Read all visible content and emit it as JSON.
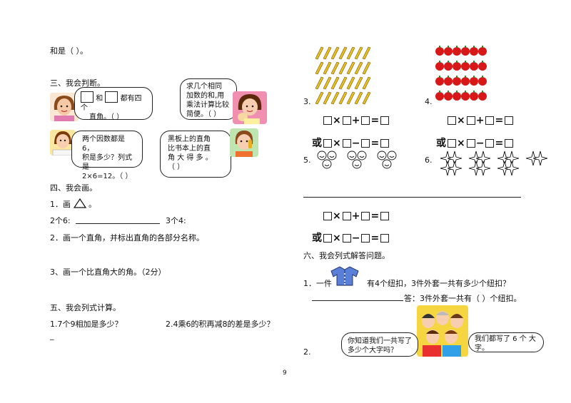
{
  "left": {
    "top_line": "和是（    ）。",
    "sec3_title": "三、我会判断。",
    "bubble1": {
      "prefix": "",
      "and": "和",
      "text1": "都有四个",
      "text2": "直角。（     ）"
    },
    "bubble2": {
      "line1": "求几个相同",
      "line2": "加数的和,用",
      "line3": "乘法计算比较",
      "line4": "简便。（  ）"
    },
    "bubble3": {
      "line1": "两个因数都是6，",
      "line2": "积是多少？列式是",
      "line3": "2×6=12。（    ）"
    },
    "bubble4": {
      "line1": "黑板上的直角",
      "line2": "比书本上的直",
      "line3": "角 大 得 多 。",
      "line4": "（     ）"
    },
    "sec4_title": "四、我会画。",
    "draw1": "1．画",
    "draw1_end": "。",
    "six_label": "2个6:",
    "four_label": "3个4:",
    "draw2": "2．画一个直角，并标出直角的各部分名称。",
    "draw3": "3、画一个比直角大的角。（2分）",
    "sec5_title": "五、我会列式计算。",
    "calc1": "1.7个9相加是多少？",
    "calc2": "2.4乘6的积再减8的差是多少？",
    "dash": "_"
  },
  "right": {
    "label3": "3.",
    "label4": "4.",
    "label5": "5.",
    "label6": "6.",
    "or": "或",
    "times": "×",
    "plus": "+",
    "minus": "−",
    "equals": "=",
    "sec6_title": "六、我会列式解答问题。",
    "q1_prefix": "1．一件",
    "q1_text": "有4个纽扣，3件外套一共有多少个纽扣？",
    "q1_answer": "答：3件外套一共有（    ）个纽扣。",
    "q2_label": "2.",
    "bubble_q2a": {
      "line1": "你知道我们一共写了",
      "line2": "多少个大字吗？"
    },
    "bubble_q2b": {
      "line1": "我们都写了 6 个 大",
      "line2": "字。"
    }
  },
  "page_number": "9",
  "colors": {
    "pencil": "#e8c020",
    "apple": "#d81818",
    "leaf": "#2a8a2a",
    "jacket": "#5a7fd6"
  }
}
